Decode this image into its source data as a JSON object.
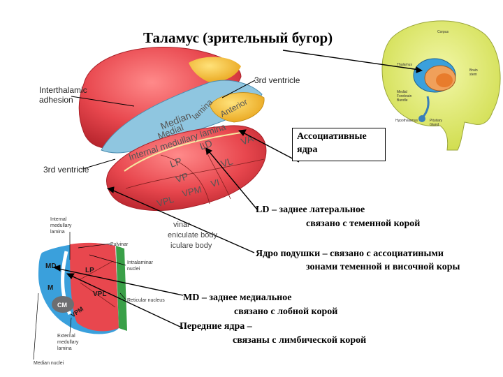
{
  "title": "Таламус (зрительный бугор)",
  "box_label": "Ассоциативные\nядра",
  "notes": {
    "ld_line1": "LD – заднее латеральное",
    "ld_line2": "связано с теменной корой",
    "pulvinar_line1": "Ядро подушки – связано с ассоциатиными",
    "pulvinar_line2": "зонами теменной и височной коры",
    "md_line1": "MD – заднее медиальное",
    "md_line2": "связано с лобной корой",
    "anterior_line1": "Передние ядра –",
    "anterior_line2": "связаны с лимбической корой"
  },
  "main_labels": {
    "interthalamic": "Interthalamic\nadhesion",
    "third_ventricle_top": "3rd ventricle",
    "third_ventricle_left": "3rd ventricle",
    "behind_notes_1": "vinar",
    "behind_notes_2": "eniculate body",
    "behind_notes_3": "iculare body"
  },
  "thalamus_labels": {
    "median": "Median",
    "medial": "Medial",
    "lamina": "lamina",
    "anterior": "Anterior",
    "internal_medullary": "Internal medullary lamina",
    "ld": "LD",
    "lp": "LP",
    "va": "VA",
    "vl": "VL",
    "vp": "VP",
    "vpm": "VPM",
    "vpl": "VPL",
    "vi": "VI"
  },
  "section_labels": {
    "internal_medullary_lamina": "Internal\nmedullary\nlamina",
    "pulvinar": "Pulvinar",
    "intralaminar": "Intralaminar\nnuclei",
    "reticular": "Reticular nucleus",
    "external_medullary": "External\nmedullary\nlamina",
    "median_nuclei": "Median nuclei",
    "md": "MD",
    "lp": "LP",
    "m": "M",
    "cm": "CM",
    "vpl": "VPL",
    "vpm": "VPM"
  },
  "brain_labels": {
    "corpus": "Corpus",
    "thalamus": "Thalamus",
    "brain_stem": "Brain\nstem",
    "medial_forebrain_bundle": "Medial\nForebrain\nBundle",
    "hypothalamus": "Hypothalamus",
    "pituitary": "Pituitary\nGland"
  },
  "colors": {
    "thalamus_red": "#e8474e",
    "thalamus_blue": "#8fc6e0",
    "thalamus_yellow": "#f5c733",
    "brain_yellow": "#e4ef7a",
    "section_blue": "#3aa0dc",
    "section_green": "#3aa048"
  }
}
